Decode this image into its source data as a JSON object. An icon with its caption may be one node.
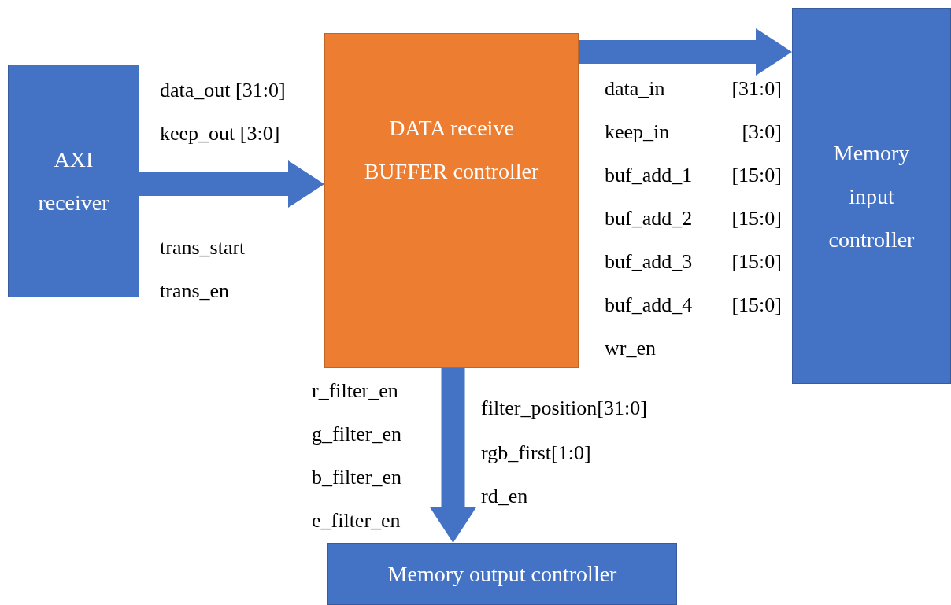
{
  "diagram": {
    "nodes": [
      {
        "text": [
          "AXI receiver"
        ]
      },
      {
        "text": [
          "DATA receive BUFFER controller"
        ]
      },
      {
        "text": [
          "Memory input controller"
        ]
      },
      {
        "text": [
          "Memory output controller"
        ]
      }
    ],
    "edges": [
      {
        "from": 0,
        "to": 1,
        "arrow": "to"
      },
      {
        "from": 1,
        "to": 2,
        "arrow": "to"
      },
      {
        "from": 1,
        "to": 3,
        "arrow": "to"
      }
    ],
    "labels": [
      "data_out [31:0]",
      "keep_out [3:0]",
      "trans_start",
      "trans_en",
      "data_in [31:0]",
      "keep_in [3:0]",
      "buf_add_1 [15:0]",
      "buf_add_2 [15:0]",
      "buf_add_3 [15:0]",
      "buf_add_4 [15:0]",
      "wr_en",
      "r_filter_en",
      "g_filter_en",
      "b_filter_en",
      "e_filter_en",
      "filter_position[31:0]",
      "rgb_first[1:0]",
      "rd_en"
    ]
  }
}
